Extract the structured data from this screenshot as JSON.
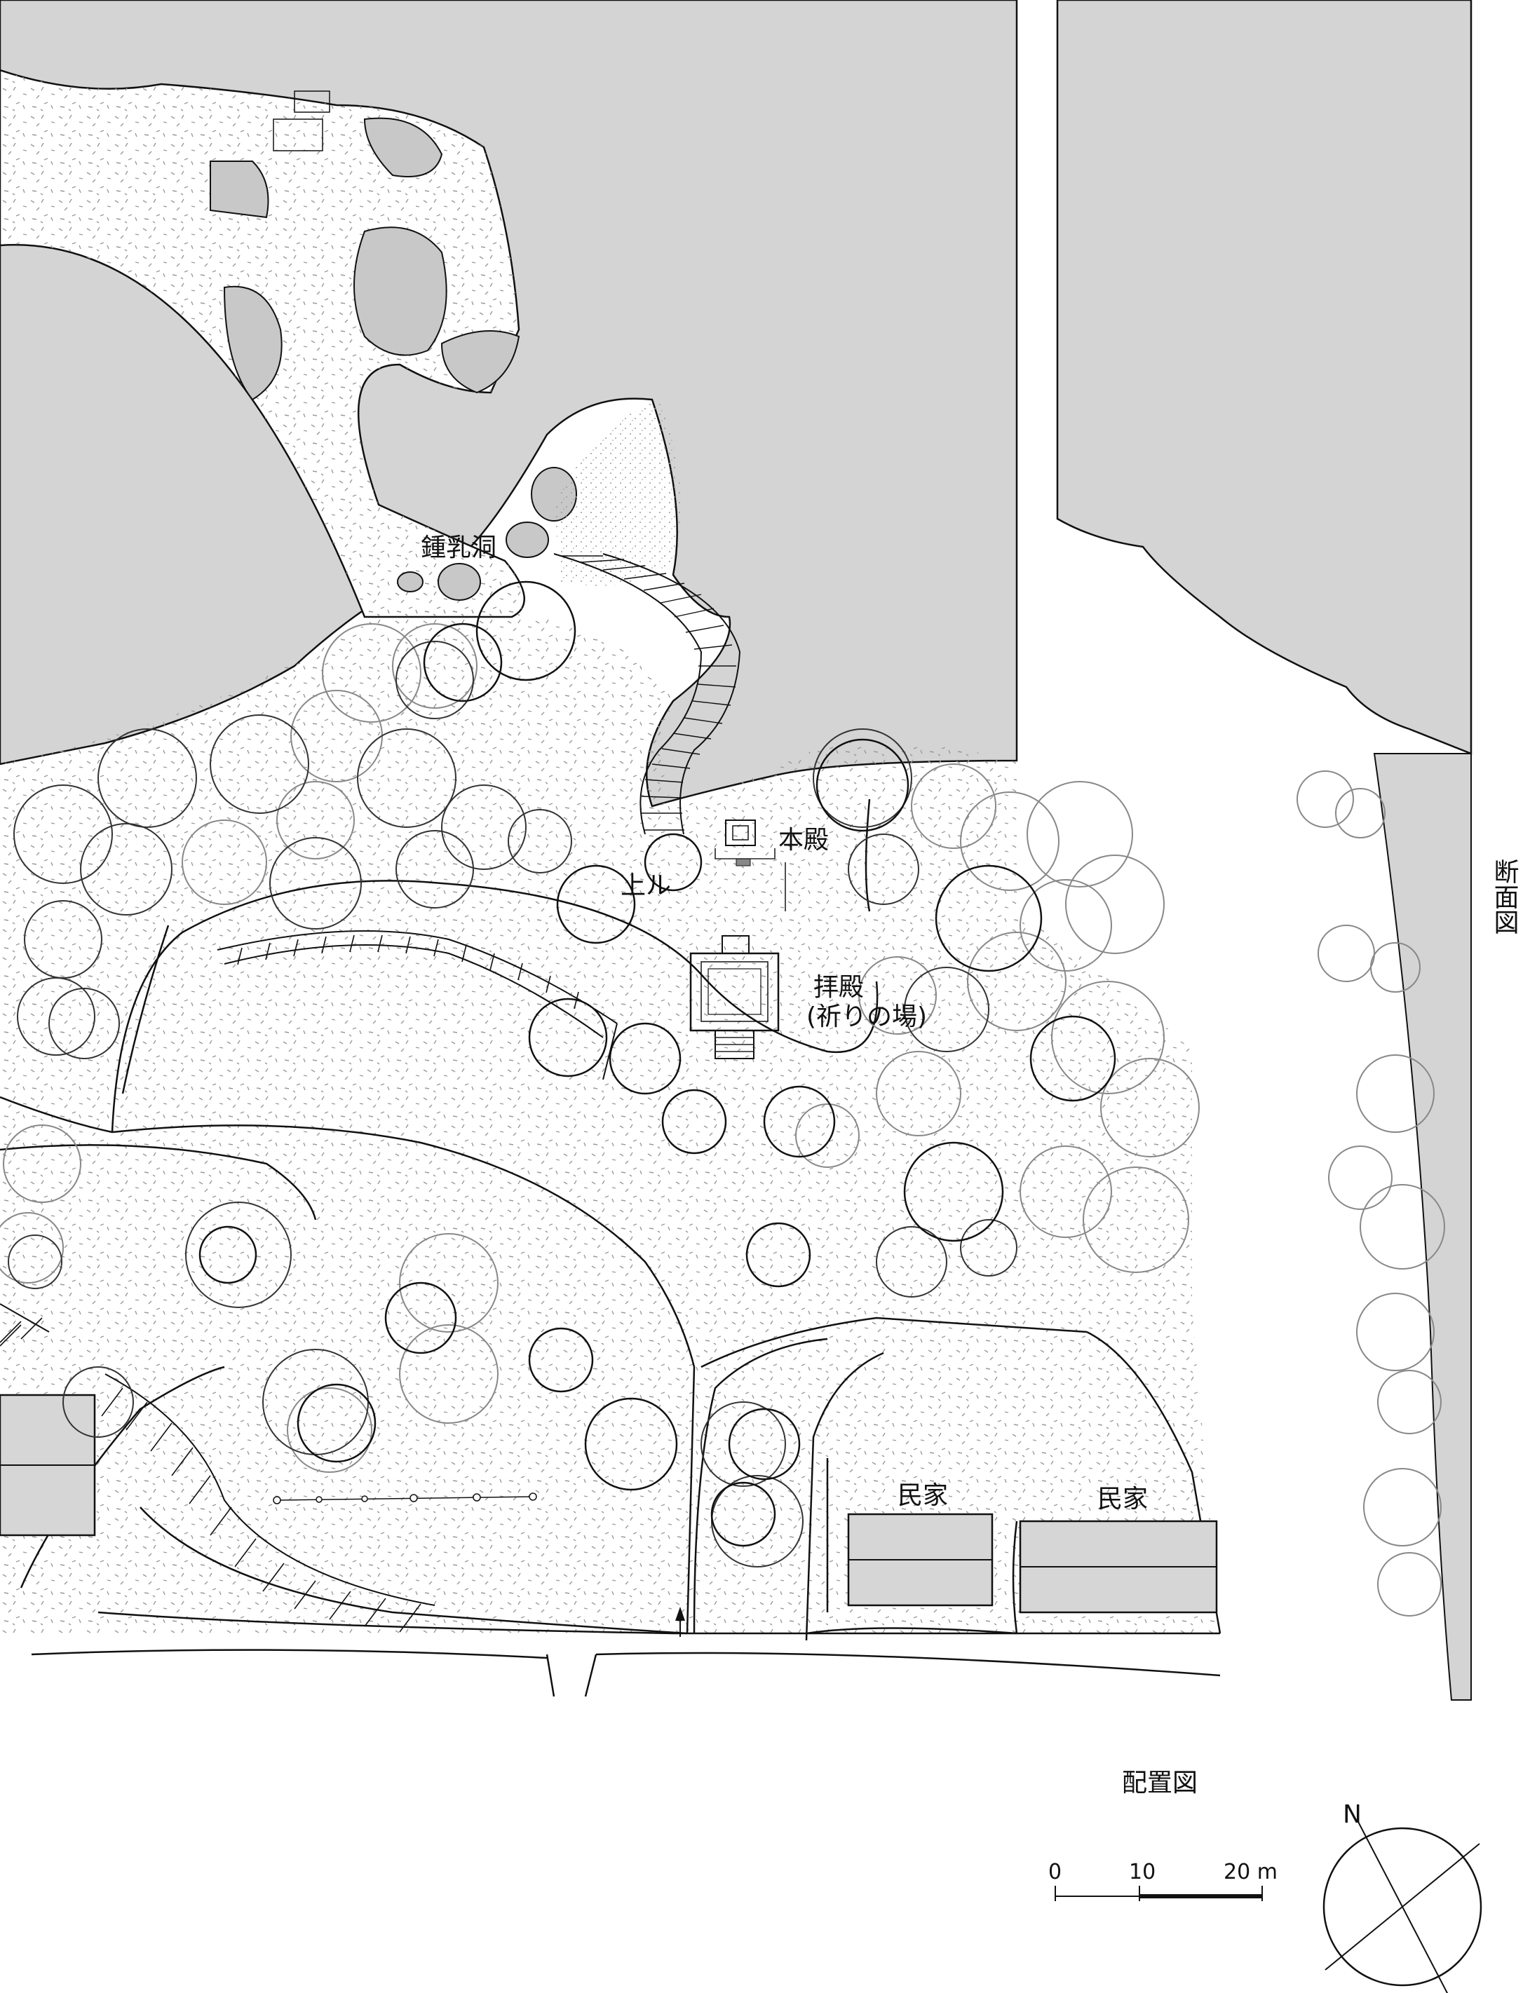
{
  "map": {
    "colors": {
      "hill": "#d4d4d4",
      "ground_texture": "#9a9a9a",
      "rock": "#c8c8c8",
      "building": "#d6d6d6",
      "line": "#111111"
    },
    "labels": {
      "cave": "鍾乳洞",
      "main_hall": "本殿",
      "upper_ru": "上ル",
      "worship_hall_line1": "拝殿",
      "worship_hall_line2": "(祈りの場)",
      "house_left": "民家",
      "house_right": "民家",
      "section_title": "断面図",
      "plan_title": "配置図"
    },
    "scale_bar": {
      "ticks": [
        "0",
        "10",
        "20 m"
      ]
    },
    "north_arrow": {
      "letter": "N"
    },
    "icons": {
      "entrance": "entrance-arrow-icon",
      "north": "north-arrow-icon"
    }
  }
}
